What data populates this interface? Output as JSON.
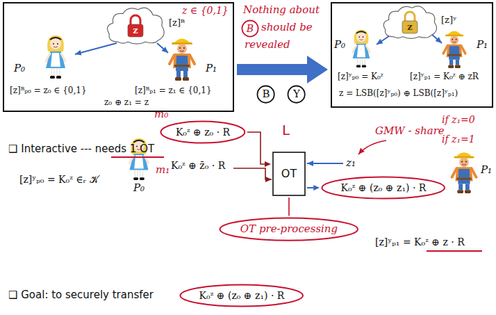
{
  "diagram": {
    "nodes": [
      {
        "text": [
          "P₀",
          "P₁",
          "[z]ᴮₚ₀ = z₀ ∈ {0,1}",
          "[z]ᴮₚ₁ = z₁ ∈ {0,1}",
          "z₀ ⊕ z₁ = z",
          "z ∈ {0,1}"
        ]
      },
      {
        "text": [
          "z",
          "[z]ᴮ"
        ],
        "in": 0
      },
      {
        "text": [
          "P₀",
          "P₁",
          "[z]ʸₚ₀ = K₀ᶻ",
          "[z]ʸₚ₁ = K₀ᶻ ⊕ zR",
          "z = LSB([z]ʸₚ₀) ⊕ LSB([z]ʸₚ₁)"
        ]
      },
      {
        "text": [
          "z",
          "[z]ʸ"
        ],
        "in": 2
      },
      {
        "text": [
          "B"
        ]
      },
      {
        "text": [
          "B"
        ]
      },
      {
        "text": [
          "Y"
        ]
      },
      {
        "text": [
          "OT"
        ]
      },
      {
        "text": [
          "K₀ᶻ ⊕ z₀ · R"
        ]
      },
      {
        "text": [
          "K₀ᶻ ⊕ (z₀ ⊕ z₁) · R"
        ]
      },
      {
        "text": [
          "OT pre-processing"
        ]
      },
      {
        "text": [
          "K₀ᶻ ⊕ (z₀ ⊕ z₁) · R"
        ]
      }
    ],
    "edges": [
      {
        "from": 0,
        "to": 2,
        "arrow": "to"
      },
      {
        "from": 8,
        "to": 7,
        "arrow": "to"
      },
      {
        "from": 7,
        "to": 9,
        "arrow": "to"
      },
      {
        "from": 10,
        "to": 7,
        "arrow": "none"
      }
    ],
    "labels": [
      "Nothing about",
      "should be",
      "revealed",
      "❑ Interactive --- needs 1 OT",
      "[z]ʸₚ₀ = K₀ᶻ ∈ᵣ 𝒦",
      "m₀",
      "m₁",
      "K₀ᶻ ⊕ z̄₀ · R",
      "L",
      "z₁",
      "GMW - share",
      "if z₁=0",
      "if z₁=1",
      "P₀",
      "P₁",
      "[z]ʸₚ₁ = K₀ᶻ ⊕ z · R",
      "❑ Goal: to securely transfer"
    ]
  }
}
